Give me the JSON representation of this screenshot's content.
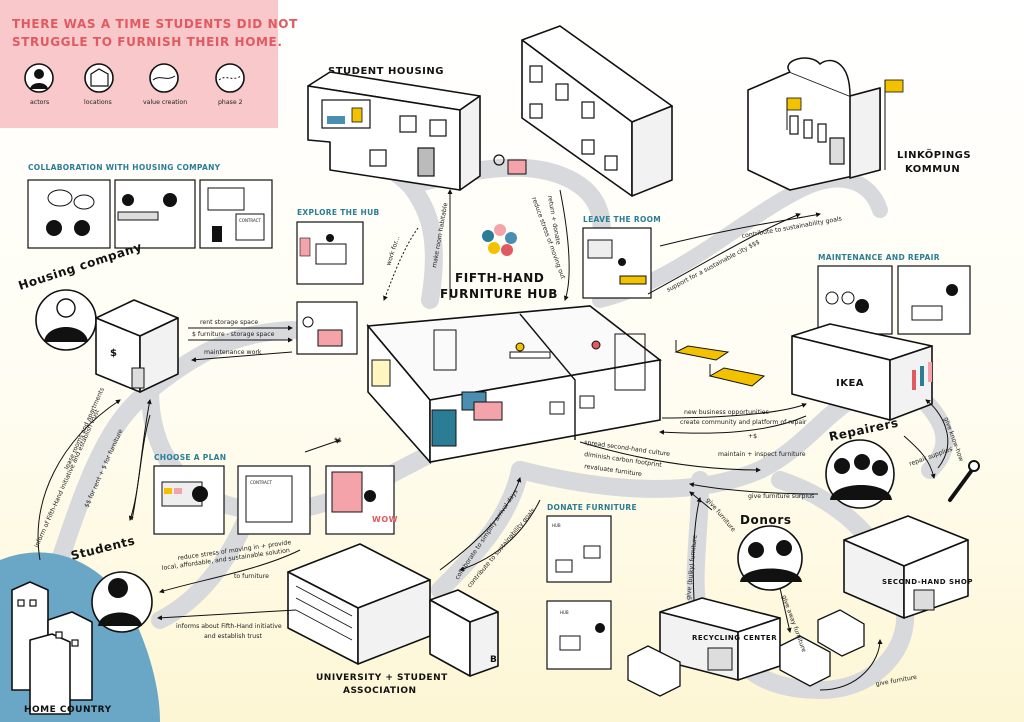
{
  "title_box": {
    "title_line1": "THERE WAS A TIME STUDENTS DID NOT",
    "title_line2": "STRUGGLE TO FURNISH THEIR HOME.",
    "legend": [
      {
        "label": "actors",
        "icon": "person-icon"
      },
      {
        "label": "locations",
        "icon": "house-icon"
      },
      {
        "label": "value creation",
        "icon": "arrow-icon"
      },
      {
        "label": "phase 2",
        "icon": "dotted-arrow-icon"
      }
    ],
    "bg_color": "#f8c8cb",
    "title_color": "#e05a5f"
  },
  "locations": {
    "student_housing": "STUDENT HOUSING",
    "linkopings_line1": "LINKÖPINGS",
    "linkopings_line2": "KOMMUN",
    "hub_line1": "FIFTH-HAND",
    "hub_line2": "FURNITURE HUB",
    "ikea": "IKEA",
    "second_hand": "SECOND-HAND SHOP",
    "recycling": "RECYCLING CENTER",
    "university_line1": "UNIVERSITY + STUDENT",
    "university_line2": "ASSOCIATION",
    "home_country": "HOME COUNTRY",
    "building_b": "B"
  },
  "actors": {
    "housing_company": "Housing company",
    "students": "Students",
    "repairers": "Repairers",
    "donors": "Donors"
  },
  "panels": {
    "collab": "COLLABORATION WITH HOUSING COMPANY",
    "explore": "EXPLORE THE HUB",
    "leave": "LEAVE THE ROOM",
    "maintenance": "MAINTENANCE AND REPAIR",
    "choose": "CHOOSE A PLAN",
    "donate": "DONATE FURNITURE"
  },
  "panel_text": {
    "contract": "CONTRACT",
    "wow": "WOW",
    "hub_sign": "HUB"
  },
  "flows": {
    "contribute_goals_city": "contribute to sustainability goals",
    "support_city": "support for a sustainable city $$$",
    "rent_storage": "rent storage space",
    "furniture_storage": "$ furniture - storage space",
    "maintenance_work": "maintenance work",
    "work_for": "work for...",
    "make_habitable": "make room habitable",
    "return_donate": "return + donate",
    "reduce_stress_out": "reduce stress of moving out",
    "new_business": "new business opportunities",
    "create_community": "create community and platform of repair",
    "plus_dollar": "+$",
    "maintain_inspect": "maintain + inspect furniture",
    "spread_culture": "spread second-hand culture",
    "diminish_carbon": "diminish carbon footprint",
    "revaluate": "revaluate furniture",
    "give_surplus": "give furniture surplus",
    "give_furniture_a": "give furniture",
    "give_bulky": "give (bulky) furniture",
    "give_away": "give away furniture",
    "give_furniture_b": "give furniture",
    "give_knowhow": "give know-how",
    "repair_supplies": "repair supplies",
    "dollars": "$$",
    "rent_dollar": "$$ for rent + $ for furniture",
    "lease_rooms": "lease rooms and apartments",
    "inform_trust_vert": "inform of Fifth-Hand initiative and establish trust",
    "reduce_stress_in_1": "reduce stress of moving in + provide",
    "reduce_stress_in_2": "local, affordable, and sustainable solution",
    "reduce_stress_in_3": "to furniture",
    "informs_1": "informs about Fifth-Hand initiative",
    "informs_2": "and establish trust",
    "collaborate": "collaborate to simplify arrival days",
    "contribute_goals_uni": "contribute to sustainability goals"
  },
  "colors": {
    "road": "#d7d9dc",
    "accent_blue": "#2a7d95",
    "pink": "#f4a3aa",
    "yellow": "#f2c200",
    "home_teal": "#6aa7c6"
  }
}
